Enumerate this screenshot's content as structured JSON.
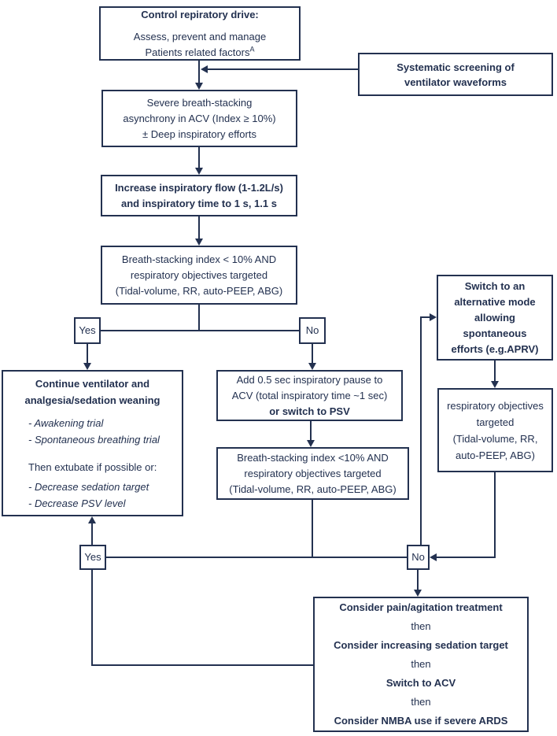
{
  "colors": {
    "accent": "#233150",
    "background": "#ffffff"
  },
  "nodes": {
    "control": {
      "lines": [
        {
          "text": "Control repiratory drive:",
          "bold": true
        },
        {
          "text": "Assess, prevent and manage",
          "gap": "m"
        },
        {
          "text": "Patients related factors",
          "sup": "A"
        }
      ]
    },
    "screening": {
      "lines": [
        {
          "text": "Systematic screening of"
        },
        {
          "text": "ventilator waveforms"
        }
      ]
    },
    "severe": {
      "lines": [
        {
          "text": "Severe breath-stacking"
        },
        {
          "text": "asynchrony in ACV (Index ≥ 10%)"
        },
        {
          "text": "± Deep inspiratory efforts"
        }
      ]
    },
    "flow": {
      "lines": [
        {
          "text": "Increase inspiratory flow (1-1.2L/s)"
        },
        {
          "text": "and inspiratory time to 1 s, 1.1 s"
        }
      ]
    },
    "assess1": {
      "lines": [
        {
          "text": "Breath-stacking index < 10% AND"
        },
        {
          "text": "respiratory objectives targeted"
        },
        {
          "text": "(Tidal-volume, RR, auto-PEEP, ABG)"
        }
      ]
    },
    "yes1": {
      "label": "Yes"
    },
    "no1": {
      "label": "No"
    },
    "continue": {
      "lines": [
        {
          "text": "Continue ventilator and",
          "bold": true
        },
        {
          "text": "analgesia/sedation weaning",
          "bold": true
        },
        {
          "text": "- Awakening trial",
          "italic": true,
          "align": "left",
          "gap": "m"
        },
        {
          "text": "- Spontaneous breathing trial",
          "italic": true,
          "align": "left"
        },
        {
          "text": "Then extubate if possible or:",
          "align": "left",
          "gap": "l"
        },
        {
          "text": "- Decrease sedation target",
          "italic": true,
          "align": "left",
          "gap": "s"
        },
        {
          "text": "- Decrease PSV level",
          "italic": true,
          "align": "left"
        }
      ]
    },
    "add": {
      "lines": [
        {
          "text": "Add 0.5 sec inspiratory pause to"
        },
        {
          "text": "ACV (total inspiratory time ~1 sec)"
        },
        {
          "text": "or switch to PSV",
          "bold": true
        }
      ]
    },
    "assess2": {
      "lines": [
        {
          "text": "Breath-stacking index <10% AND"
        },
        {
          "text": "respiratory objectives targeted"
        },
        {
          "text": "(Tidal-volume, RR, auto-PEEP, ABG)"
        }
      ]
    },
    "switch": {
      "lines": [
        {
          "text": "Switch to an"
        },
        {
          "text": "alternative mode"
        },
        {
          "text": "allowing"
        },
        {
          "text": "spontaneous"
        },
        {
          "text": "efforts (e.g.APRV)"
        }
      ]
    },
    "respobj": {
      "lines": [
        {
          "text": "respiratory objectives"
        },
        {
          "text": "targeted"
        },
        {
          "text": "(Tidal-volume, RR,"
        },
        {
          "text": "auto-PEEP, ABG)"
        }
      ]
    },
    "yes2": {
      "label": "Yes"
    },
    "no2": {
      "label": "No"
    },
    "consider": {
      "lines": [
        {
          "text": "Consider pain/agitation treatment",
          "bold": true
        },
        {
          "text": "then"
        },
        {
          "text": "Consider increasing sedation target",
          "bold": true
        },
        {
          "text": "then"
        },
        {
          "text": "Switch to ACV",
          "bold": true
        },
        {
          "text": "then"
        },
        {
          "text": "Consider NMBA use if severe ARDS",
          "bold": true
        }
      ]
    }
  }
}
